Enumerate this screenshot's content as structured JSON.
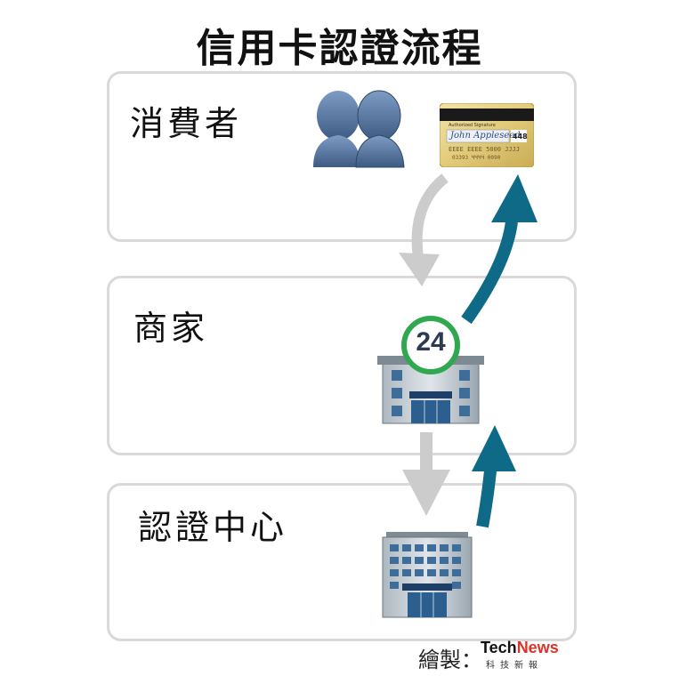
{
  "title": "信用卡認證流程",
  "boxes": [
    {
      "label": "消費者"
    },
    {
      "label": "商家"
    },
    {
      "label": "認證中心"
    }
  ],
  "card": {
    "signature_caption": "Authorized Signature",
    "name": "John Appleseed",
    "cvv": "448",
    "numbers": "EEEE EEEE 5000 JJJJ",
    "numbers2": "03393 ЧЧЧЧ 0090"
  },
  "store_badge": "24",
  "footer": {
    "label": "繪製：",
    "brand_tech": "Tech",
    "brand_news": "News",
    "brand_sub": "科技新報"
  },
  "colors": {
    "flow_down": "#cccccc",
    "flow_up": "#0e6a86",
    "box_border": "#d9d9d9",
    "building": "#9aa7b0",
    "people": "#4b6c96",
    "badge_ring": "#2fa84f"
  },
  "icons": [
    "people-icon",
    "credit-card-icon",
    "store-24h-icon",
    "office-building-icon"
  ]
}
